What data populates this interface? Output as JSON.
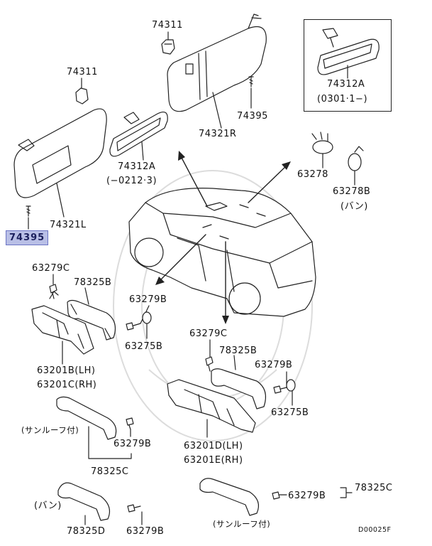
{
  "labels": {
    "p74311_top": "74311",
    "p74311_left": "74311",
    "p74395_right": "74395",
    "p74321R": "74321R",
    "p74312A_inset": "74312A",
    "inset_range": "(0301·1−)",
    "p74312A_mid": "74312A",
    "mid_range": "(−0212·3)",
    "p63278": "63278",
    "p63278B": "63278B",
    "van_1": "(バン)",
    "p74321L": "74321L",
    "p74395_highlight": "74395",
    "p63279C_left": "63279C",
    "p78325B_left": "78325B",
    "p63279B_left": "63279B",
    "p63275B_left": "63275B",
    "p63201B": "63201B(LH)",
    "p63201C": "63201C(RH)",
    "sunroof_left": "(サンルーフ付)",
    "p63279B_left2": "63279B",
    "p78325C_left": "78325C",
    "van_2": "(バン)",
    "p78325D": "78325D",
    "p63279B_bottom": "63279B",
    "p63279C_right": "63279C",
    "p78325B_right": "78325B",
    "p63279B_right": "63279B",
    "p63275B_right": "63275B",
    "p63201D": "63201D(LH)",
    "p63201E": "63201E(RH)",
    "p63279B_br": "63279B",
    "p78325C_right": "78325C",
    "sunroof_right": "(サンルーフ付)",
    "diagram_code": "D00025F"
  },
  "colors": {
    "line": "#222222",
    "highlight_fill": "#b9bfe6",
    "highlight_border": "#6b74c4",
    "watermark": "#d9d9d9"
  }
}
